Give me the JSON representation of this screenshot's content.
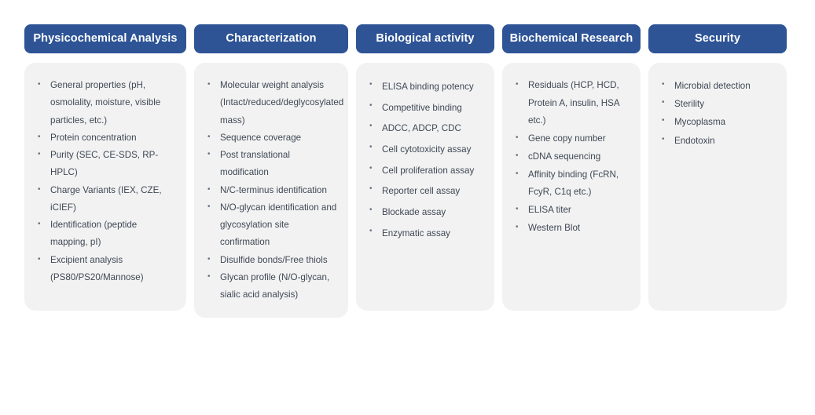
{
  "theme": {
    "header_color": "#2e5496",
    "header_text_color": "#ffffff",
    "card_background": "#f2f2f2",
    "body_text_color": "#3f4855",
    "page_background": "#ffffff",
    "bullet_color": "#6b7280"
  },
  "columns": [
    {
      "id": "physicochemical-analysis",
      "title": "Physicochemical Analysis",
      "items": [
        "General properties (pH, osmolality, moisture, visible particles, etc.)",
        "Protein concentration",
        "Purity (SEC,  CE-SDS, RP-HPLC)",
        "Charge Variants (IEX, CZE, iCIEF)",
        "Identification (peptide mapping, pI)",
        "Excipient analysis (PS80/PS20/Mannose)"
      ]
    },
    {
      "id": "characterization",
      "title": "Characterization",
      "items": [
        "Molecular weight analysis (Intact/reduced/deglycosylated mass)",
        "Sequence coverage",
        "Post translational modification",
        "N/C-terminus identification",
        "N/O-glycan identification and glycosylation site confirmation",
        "Disulfide bonds/Free thiols",
        "Glycan profile (N/O-glycan, sialic acid analysis)"
      ]
    },
    {
      "id": "biological-activity",
      "title": "Biological activity",
      "items": [
        "ELISA binding potency",
        "Competitive binding",
        "ADCC, ADCP, CDC",
        "Cell cytotoxicity assay",
        "Cell proliferation assay",
        "Reporter cell assay",
        "Blockade assay",
        "Enzymatic assay"
      ]
    },
    {
      "id": "biochemical-research",
      "title": "Biochemical Research",
      "items": [
        "Residuals (HCP, HCD, Protein A, insulin, HSA etc.)",
        "Gene copy number",
        "cDNA sequencing",
        "Affinity binding (FcRN, FcyR, C1q etc.)",
        "ELISA titer",
        "Western Blot"
      ]
    },
    {
      "id": "security",
      "title": "Security",
      "items": [
        "Microbial detection",
        "Sterility",
        "Mycoplasma",
        "Endotoxin"
      ]
    }
  ]
}
